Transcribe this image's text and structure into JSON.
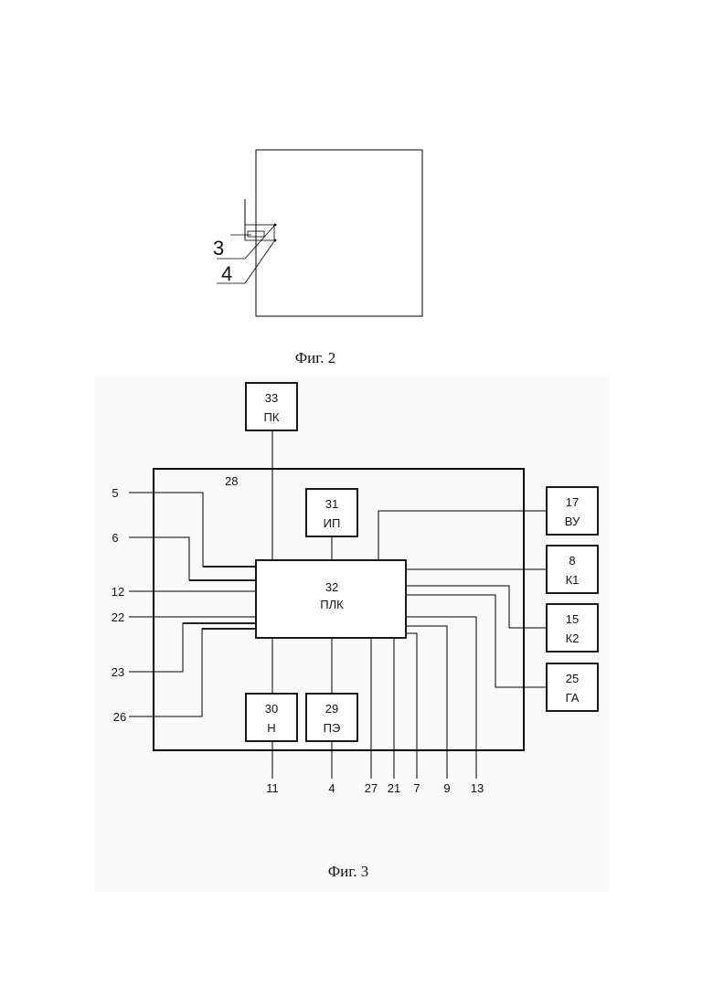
{
  "fig2": {
    "caption": "Фиг. 2",
    "labels": {
      "l3": "3",
      "l4": "4"
    }
  },
  "fig3": {
    "caption": "Фиг. 3",
    "enclosure_label": "28",
    "blocks": {
      "pk": {
        "num": "33",
        "abbr": "ПК"
      },
      "ip": {
        "num": "31",
        "abbr": "ИП"
      },
      "plk": {
        "num": "32",
        "abbr": "ПЛК"
      },
      "n": {
        "num": "30",
        "abbr": "Н"
      },
      "pe": {
        "num": "29",
        "abbr": "ПЭ"
      },
      "vu": {
        "num": "17",
        "abbr": "ВУ"
      },
      "k1": {
        "num": "8",
        "abbr": "К1"
      },
      "k2": {
        "num": "15",
        "abbr": "К2"
      },
      "ga": {
        "num": "25",
        "abbr": "ГА"
      }
    },
    "left_terminals": {
      "t5": "5",
      "t6": "6",
      "t12": "12",
      "t22": "22",
      "t23": "23",
      "t26": "26"
    },
    "bottom_terminals": {
      "t11": "11",
      "t4": "4",
      "t27": "27",
      "t21": "21",
      "t7": "7",
      "t9": "9",
      "t13": "13"
    }
  }
}
